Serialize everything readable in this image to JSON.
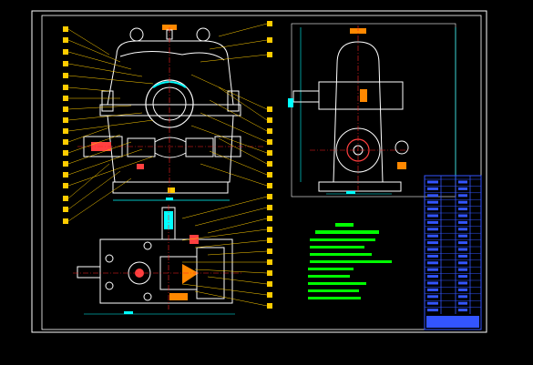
{
  "drawing": {
    "background": "#000000",
    "colors": {
      "frame": "#ffffff",
      "outline": "#ffffff",
      "dimension": "#00ffff",
      "leader": "#ffcc00",
      "balloon": "#ffcc00",
      "centerline": "#ff2020",
      "note": "#00ff00",
      "titleblock": "#3355ff",
      "part": "#ff4040",
      "accent": "#ff8800"
    }
  },
  "views": {
    "front_section": "front-section-view",
    "side": "side-view",
    "top_section": "top-section-view"
  },
  "notes": {
    "lines": 11
  },
  "title_block": {
    "rows": 20
  }
}
